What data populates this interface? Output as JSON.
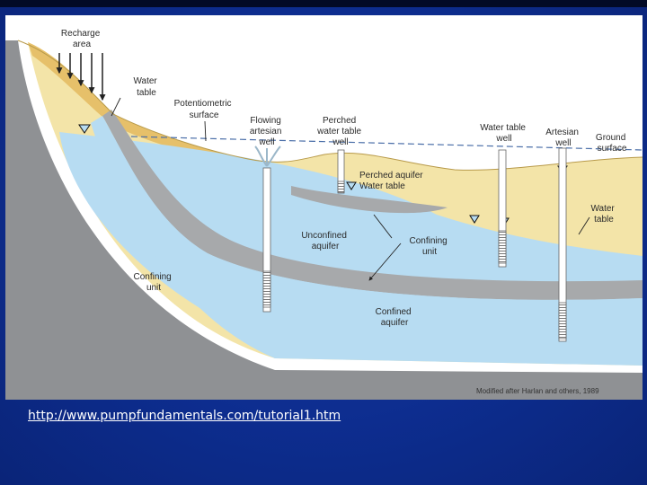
{
  "diagram": {
    "labels": {
      "recharge_area": [
        "Recharge",
        "area"
      ],
      "water_table_left": [
        "Water",
        "table"
      ],
      "potentiometric_surface": [
        "Potentiometric",
        "surface"
      ],
      "flowing_artesian_well": [
        "Flowing",
        "artesian",
        "well"
      ],
      "perched_water_table_well": [
        "Perched",
        "water table",
        "well"
      ],
      "water_table_well": [
        "Water table",
        "well"
      ],
      "artesian_well": [
        "Artesian",
        "well"
      ],
      "ground_surface": [
        "Ground",
        "surface"
      ],
      "perched_aquifer": "Perched aquifer",
      "perched_water_table": "Water table",
      "water_table_right": [
        "Water",
        "table"
      ],
      "unconfined_aquifer": [
        "Unconfined",
        "aquifer"
      ],
      "confining_unit_middle": [
        "Confining",
        "unit"
      ],
      "confining_unit_left": [
        "Confining",
        "unit"
      ],
      "confined_aquifer": [
        "Confined",
        "aquifer"
      ]
    },
    "credit": "Modified after Harlan and others, 1989",
    "colors": {
      "sand": "#f3e4a8",
      "sand_dark": "#e6c06a",
      "aquifer": "#b7dcf2",
      "confining": "#a7a9ab",
      "bedrock": "#8f9194"
    }
  },
  "link": {
    "text": "http://www.pumpfundamentals.com/tutorial1.htm"
  }
}
